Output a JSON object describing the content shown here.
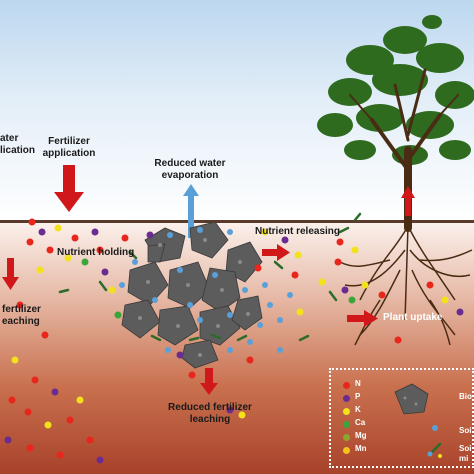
{
  "labels": {
    "water_application": [
      "ater",
      "lication"
    ],
    "fertilizer_application": [
      "Fertilizer",
      "application"
    ],
    "reduced_water_evaporation": [
      "Reduced water",
      "evaporation"
    ],
    "nutrient_holding": "Nutrient holding",
    "nutrient_releasing": "Nutrient releasing",
    "fertilizer_leaching": [
      "fertilizer",
      "eaching"
    ],
    "reduced_fertilizer_leaching": [
      "Reduced fertilizer",
      "leaching"
    ],
    "plant_uptake": "Plant uptake"
  },
  "legend": {
    "items": [
      {
        "symbol": "N",
        "color": "#e8261c"
      },
      {
        "symbol": "P",
        "color": "#6a2c91"
      },
      {
        "symbol": "K",
        "color": "#f2e11b"
      },
      {
        "symbol": "Ca",
        "color": "#3aa63a"
      },
      {
        "symbol": "Mg",
        "color": "#8aa62f"
      },
      {
        "symbol": "Mn",
        "color": "#f2c31b"
      }
    ],
    "biochar_label": "Bio",
    "soil_water_label": "Soi",
    "soil_mineral_label": [
      "Soi",
      "mi"
    ]
  },
  "colors": {
    "arrow_red": "#d0181a",
    "arrow_blue": "#5aa0d8",
    "biochar_gray": "#5c5c5c",
    "tree_green": "#2e6b1f",
    "trunk_brown": "#4a2c14"
  }
}
